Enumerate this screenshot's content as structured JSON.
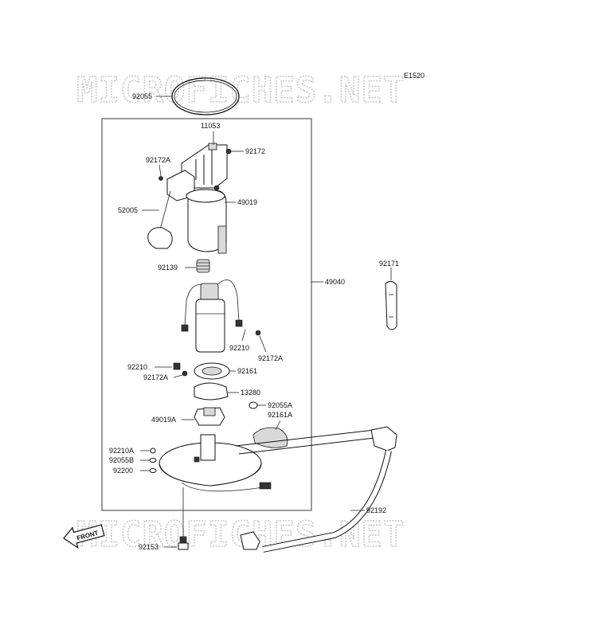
{
  "diagram": {
    "code": "E1520",
    "watermark": "MICROFICHES.NET",
    "front_label": "FRONT",
    "labels": {
      "p92055": "92055",
      "p11053": "11053",
      "p92172_top": "92172",
      "p92172A_top": "92172A",
      "p52005": "52005",
      "p49019": "49019",
      "p92139": "92139",
      "p49040": "49040",
      "p92171": "92171",
      "p92210_right": "92210",
      "p92172A_right": "92172A",
      "p92210_left": "92210",
      "p92172A_left": "92172A",
      "p92161": "92161",
      "p13280": "13280",
      "p92055A": "92055A",
      "p92161A": "92161A",
      "p49019A": "49019A",
      "p92210A": "92210A",
      "p92055B": "92055B",
      "p92200": "92200",
      "p92192": "92192",
      "p92153": "92153"
    }
  }
}
